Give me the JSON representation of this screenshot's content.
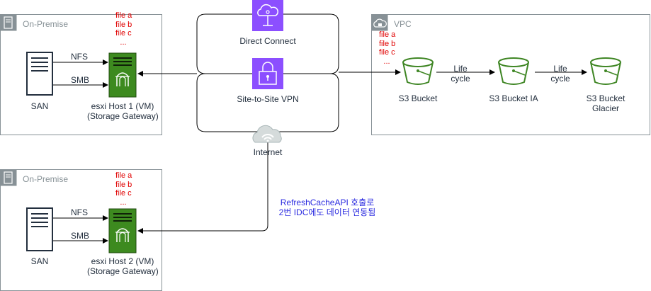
{
  "groups": {
    "onprem1": "On-Premise",
    "onprem2": "On-Premise",
    "vpc": "VPC"
  },
  "site1": {
    "san": "SAN",
    "nfs": "NFS",
    "smb": "SMB",
    "host_line1": "esxi Host 1 (VM)",
    "host_line2": "(Storage Gateway)",
    "files": [
      "file a",
      "file b",
      "file c",
      "..."
    ]
  },
  "site2": {
    "san": "SAN",
    "nfs": "NFS",
    "smb": "SMB",
    "host_line1": "esxi Host 2 (VM)",
    "host_line2": "(Storage Gateway)",
    "files": [
      "file a",
      "file b",
      "file c",
      "..."
    ]
  },
  "connections": {
    "direct_connect": "Direct Connect",
    "vpn": "Site-to-Site VPN",
    "internet": "Internet"
  },
  "vpc": {
    "files": [
      "file a",
      "file b",
      "file c",
      "..."
    ],
    "s3": "S3 Bucket",
    "s3_ia": "S3 Bucket IA",
    "glacier_line1": "S3 Bucket",
    "glacier_line2": "Glacier",
    "lifecycle1_line1": "Life",
    "lifecycle1_line2": "cycle",
    "lifecycle2_line1": "Life",
    "lifecycle2_line2": "cycle"
  },
  "note": {
    "line1": "RefreshCacheAPI 호출로",
    "line2": "2번 IDC에도 데이터 연동됨"
  },
  "colors": {
    "aws_purple": "#8c4fff",
    "s3_green": "#3f8624",
    "host_green": "#3d8a1f",
    "group_border": "#879196",
    "file_red": "#e00000",
    "note_blue": "#2a2ae0"
  }
}
